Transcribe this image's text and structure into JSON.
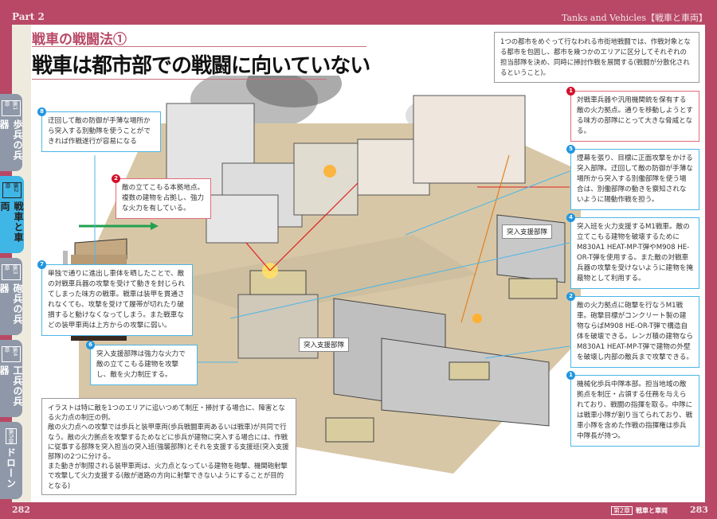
{
  "header": {
    "part": "Part 2",
    "section": "Tanks and Vehicles【戦車と車両】"
  },
  "tabs": [
    {
      "chapter": "第1章",
      "name": "歩兵の兵器",
      "active": false
    },
    {
      "chapter": "第2章",
      "name": "戦車と車両",
      "active": true
    },
    {
      "chapter": "第3章",
      "name": "砲兵の兵器",
      "active": false
    },
    {
      "chapter": "第4章",
      "name": "工兵の兵器",
      "active": false
    },
    {
      "chapter": "第5章",
      "name": "ドローン",
      "active": false
    }
  ],
  "subtitle": "戦車の戦闘法①",
  "title": "戦車は都市部での戦闘に向いていない",
  "intro": "1つの都市をめぐって行なわれる市街地戦闘では、作戦対象となる都市を包囲し、都市を幾つかのエリアに区分してそれぞれの担当部隊を決め、同時に掃討作戦を展開する(戦闘が分散化されるということ)。",
  "callouts": {
    "red1": {
      "n": "1",
      "text": "対戦車兵器や汎用機関銃を保有する敵の火力拠点。通りを移動しようとする味方の部隊にとって大きな脅威となる。"
    },
    "blue5": {
      "n": "5",
      "text": "煙幕を張り、目標に正面攻撃をかける突入部隊。迂回して敵の防御が手薄な場所から突入する別働部隊を使う場合は、別働部隊の動きを察知されないように陽動作戦を担う。"
    },
    "blue4": {
      "n": "4",
      "text": "突入班を火力支援するM1戦車。敵の立てこもる建物を破壊するためにM830A1 HEAT-MP-T弾やM908 HE-OR-T弾を使用する。また敵の対戦車兵器の攻撃を受けないように建物を掩蔽物として利用する。"
    },
    "blue2": {
      "n": "2",
      "text": "敵の火力拠点に砲撃を行なうM1戦車。砲撃目標がコンクリート製の建物ならばM908 HE-OR-T弾で構造自体を破壊できる。レンガ積の建物ならM830A1 HEAT-MP-T弾で建物の外壁を破壊し内部の敵兵まで攻撃できる。"
    },
    "blue1": {
      "n": "1",
      "text": "機械化歩兵中隊本部。担当地域の敵拠点を制圧・占領する任務を与えられており、戦闘の指揮を取る。中隊には戦車小隊が割り当てられており、戦車小隊を含めた作戦の指揮権は歩兵中隊長が持つ。"
    },
    "blue8": {
      "n": "8",
      "text": "迂回して敵の防御が手薄な場所から突入する別動隊を使うことができれば作戦遂行が容易になる"
    },
    "red2": {
      "n": "2",
      "text": "敵の立てこもる本拠地点。複数の建物を占拠し、強力な火力を有している。"
    },
    "blue7": {
      "n": "7",
      "text": "単独で通りに進出し車体を晒したことで、敵の対戦車兵器の攻撃を受けて動きを封じられてしまった味方の戦車。戦車は装甲を貫通されなくても、攻撃を受けて履帯が切れたり破損すると動けなくなってしまう。また戦車などの装甲車両は上方からの攻撃に弱い。"
    },
    "blue6": {
      "n": "6",
      "text": "突入支援部隊は強力な火力で敵の立てこもる建物を攻撃し、敵を火力制圧する。"
    }
  },
  "labels": {
    "support1": "突入支援部隊",
    "support2": "突入支援部隊"
  },
  "body_note": "イラストは特に敵を1つのエリアに追いつめて制圧・掃討する場合に、障害となる火力点の制圧の例。\n敵の火力点への攻撃では歩兵と装甲車両(歩兵戦闘車両あるいは戦車)が共同で行なう。敵の火力拠点を攻撃するためなどに歩兵が建物に突入する場合には、作戦に従事する部隊を突入担当の突入班(強襲部隊)とそれを支援する支援班(突入支援部隊)の2つに分ける。\nまた動きが制限される装甲車両は、火力点となっている建物を砲撃、機関砲射撃で攻撃して火力支援する(敵が道路の方向に射撃できないようにすることが目的となる)",
  "footer": {
    "left_page": "282",
    "right_page": "283",
    "chapter": "第2章",
    "chapter_name": "戦車と車両"
  }
}
